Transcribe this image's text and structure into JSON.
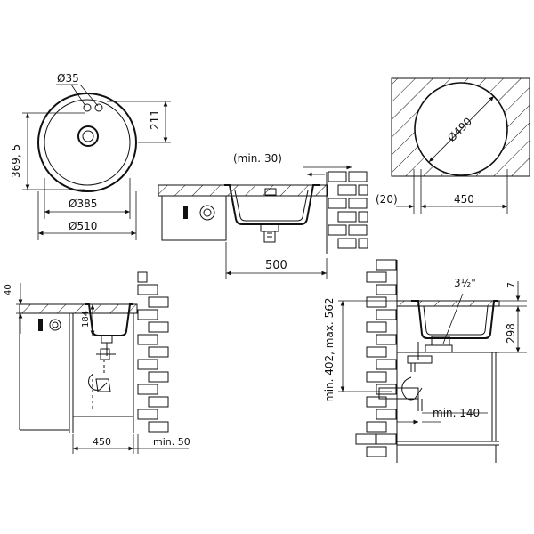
{
  "dimensions": {
    "tap_hole": "Ø35",
    "tap_offset": "211",
    "bowl_offset": "369, 5",
    "bowl_diameter": "Ø385",
    "outer_diameter": "Ø510",
    "min_wall_gap": "(min. 30)",
    "cabinet_width": "500",
    "cutout_diameter": "Ø490",
    "edge_gap": "(20)",
    "cutout_span": "450",
    "top_thickness": "40",
    "bowl_depth": "184",
    "base_width": "450",
    "min_side": "min. 50",
    "drain_size": "3½\"",
    "top_offset": "7",
    "depth_298": "298",
    "height_range": "min. 402, max. 562",
    "min_140": "min. 140"
  }
}
